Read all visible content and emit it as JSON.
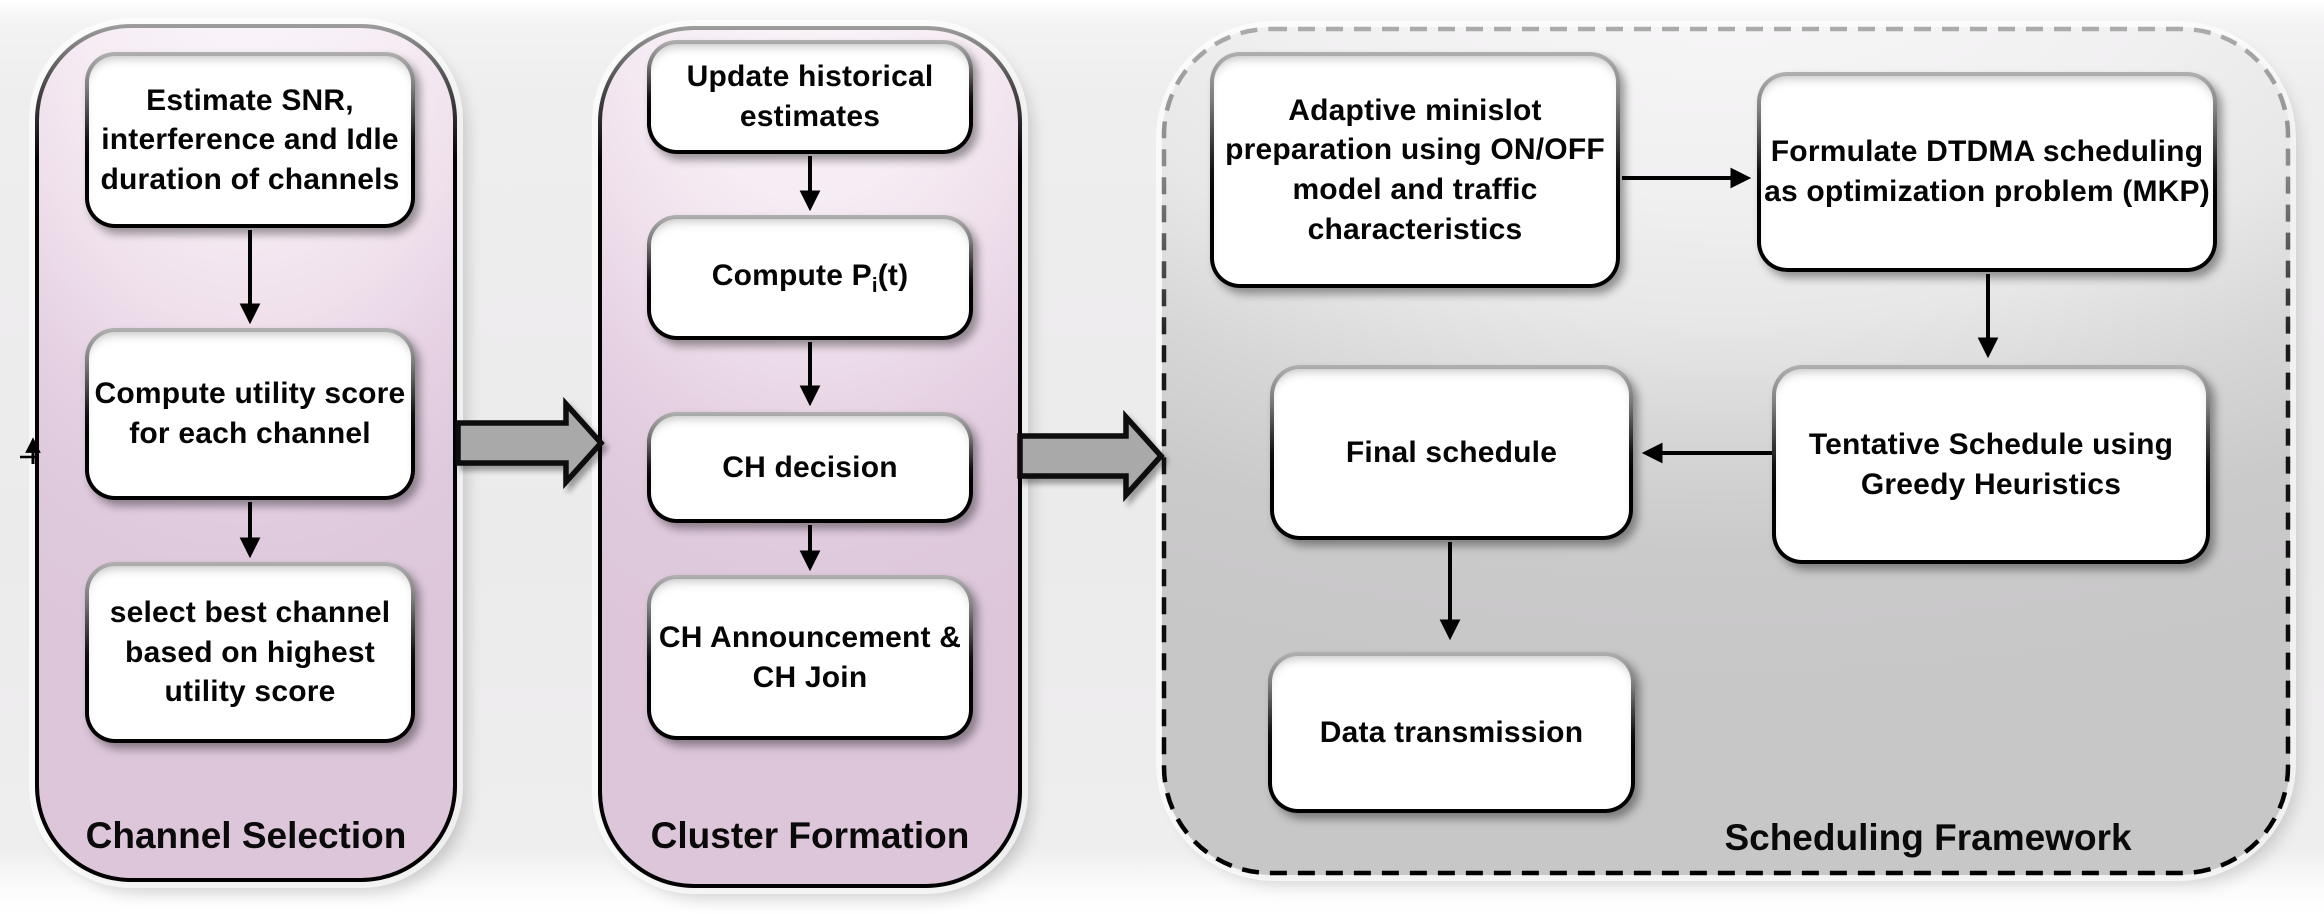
{
  "panels": [
    {
      "title": "Channel Selection",
      "boxes": [
        {
          "text": "Estimate SNR,\ninterference and Idle\nduration of channels"
        },
        {
          "text": "Compute utility score\nfor each channel"
        },
        {
          "text": "select best channel\nbased on highest\nutility score"
        }
      ]
    },
    {
      "title": "Cluster Formation",
      "boxes": [
        {
          "text": "Update historical\nestimates"
        },
        {
          "text_prefix": "Compute P",
          "text_sub": "i",
          "text_suffix": "(t)"
        },
        {
          "text": "CH decision"
        },
        {
          "text": "CH Announcement &\nCH Join"
        }
      ]
    },
    {
      "title": "Scheduling Framework",
      "boxes": [
        {
          "text": "Adaptive minislot\npreparation using ON/OFF\nmodel and traffic\ncharacteristics"
        },
        {
          "text": "Formulate DTDMA scheduling\nas optimization problem (MKP)"
        },
        {
          "text": "Tentative Schedule using\nGreedy Heuristics"
        },
        {
          "text": "Final schedule"
        },
        {
          "text": "Data transmission"
        }
      ]
    }
  ],
  "colors": {
    "panel_pink_top": "#faf5fa",
    "panel_pink_bottom": "#dfc9dd",
    "panel_gray_top": "#f8f7f8",
    "panel_gray_bottom": "#c8c7c8",
    "block_arrow_fill": "#a9a9a9",
    "box_fill": "#ffffff",
    "outline": "#000000"
  }
}
